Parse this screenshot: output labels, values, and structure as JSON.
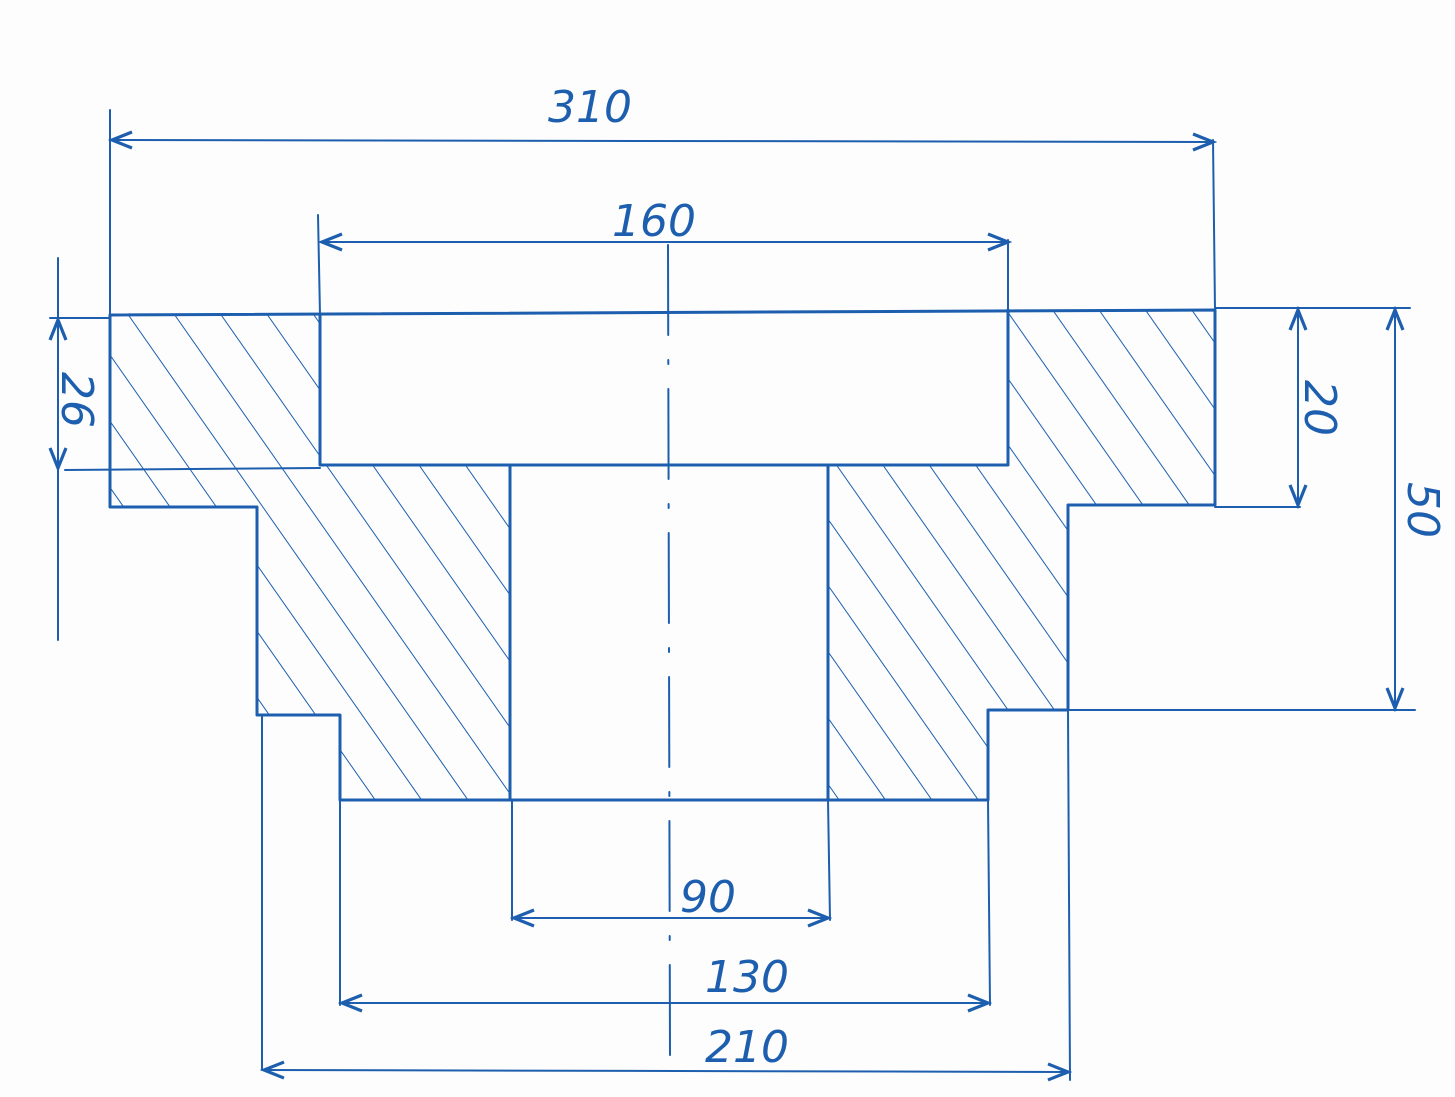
{
  "drawing": {
    "ink_color": "#1d5fae",
    "dimensions": {
      "overall_width": "310",
      "recess_width": "160",
      "recess_depth": "26",
      "flange_thickness": "20",
      "overall_height": "50",
      "bore_diameter": "90",
      "bottom_width": "130",
      "hub_width": "210"
    }
  }
}
